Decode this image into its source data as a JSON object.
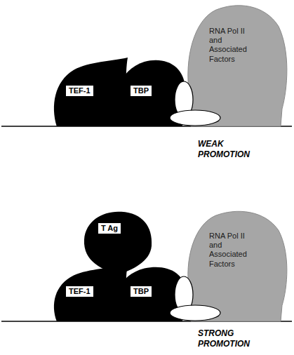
{
  "diagram": {
    "nodes": [
      {
        "text": [
          "TEF-1"
        ]
      },
      {
        "text": [
          "TBP"
        ]
      },
      {
        "text": [
          "RNA Pol II and Associated Factors"
        ]
      },
      {
        "text": [
          "T Ag"
        ]
      },
      {
        "text": [
          "TEF-1"
        ]
      },
      {
        "text": [
          "TBP"
        ]
      },
      {
        "text": [
          "RNA Pol II and Associated Factors"
        ]
      }
    ],
    "labels": [
      "WEAK PROMOTION",
      "STRONG PROMOTION"
    ]
  }
}
